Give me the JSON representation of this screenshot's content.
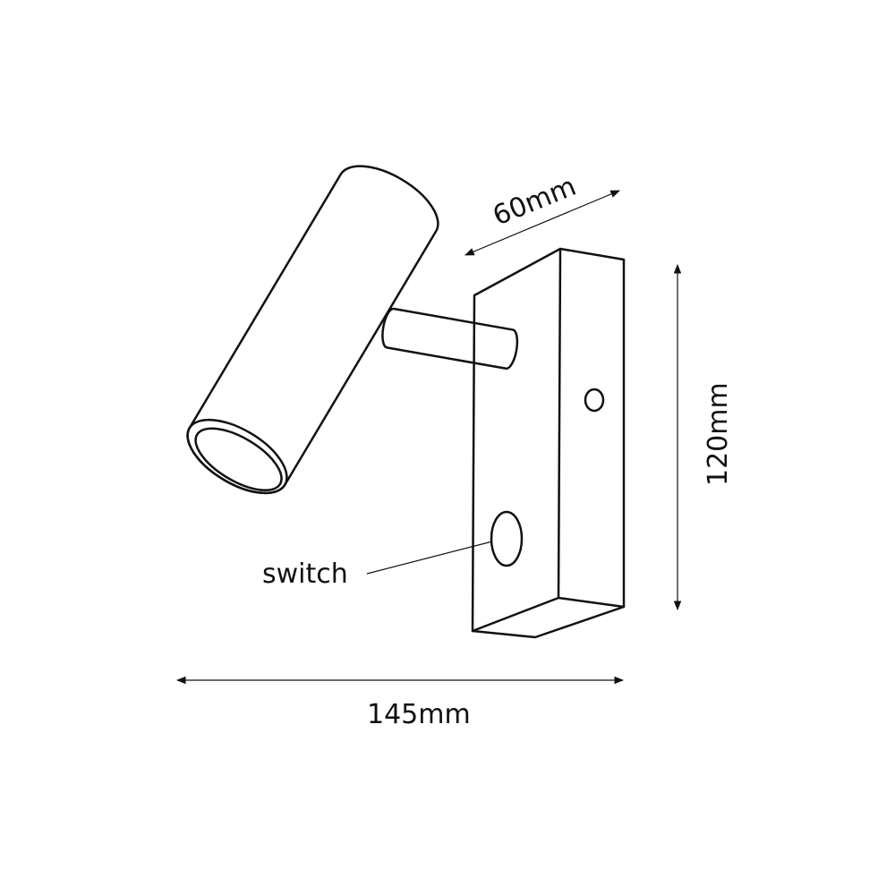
{
  "dimensions": {
    "depth_label": "60mm",
    "height_label": "120mm",
    "width_label": "145mm"
  },
  "callouts": {
    "switch_label": "switch"
  },
  "colors": {
    "line": "#111111",
    "background": "#ffffff"
  }
}
